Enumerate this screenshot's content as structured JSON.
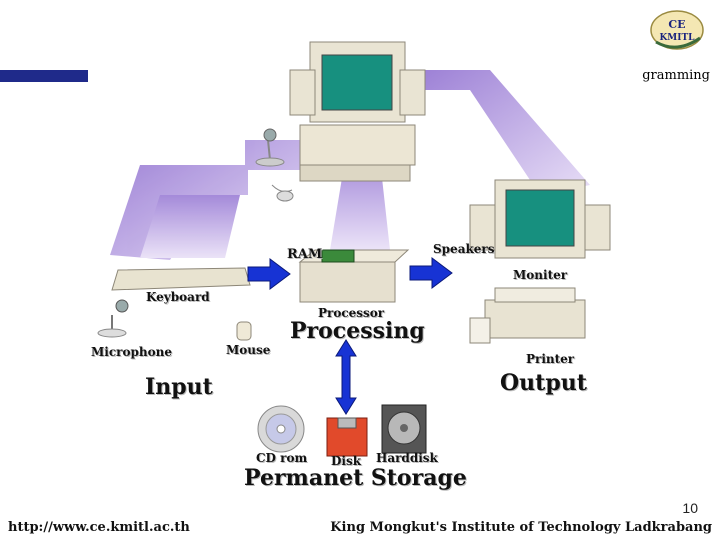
{
  "header": {
    "title_tail": "gramming",
    "logo_text": "CE KMITL"
  },
  "labels": {
    "ram": "RAM",
    "speakers": "Speakers",
    "moniter": "Moniter",
    "keyboard": "Keyboard",
    "processor": "Processor",
    "processing": "Processing",
    "microphone": "Microphone",
    "mouse": "Mouse",
    "printer": "Printer",
    "input": "Input",
    "output": "Output",
    "cd_rom": "CD rom",
    "disk": "Disk",
    "harddisk": "Harddisk",
    "storage": "Permanet Storage"
  },
  "footer": {
    "page_number": "10",
    "url": "http://www.ce.kmitl.ac.th",
    "institute": "King Mongkut's Institute of Technology Ladkrabang"
  },
  "colors": {
    "accent_bar": "#1f2a8a",
    "arrow_blue": "#1733d4",
    "band_purple": "#a88ad8"
  }
}
